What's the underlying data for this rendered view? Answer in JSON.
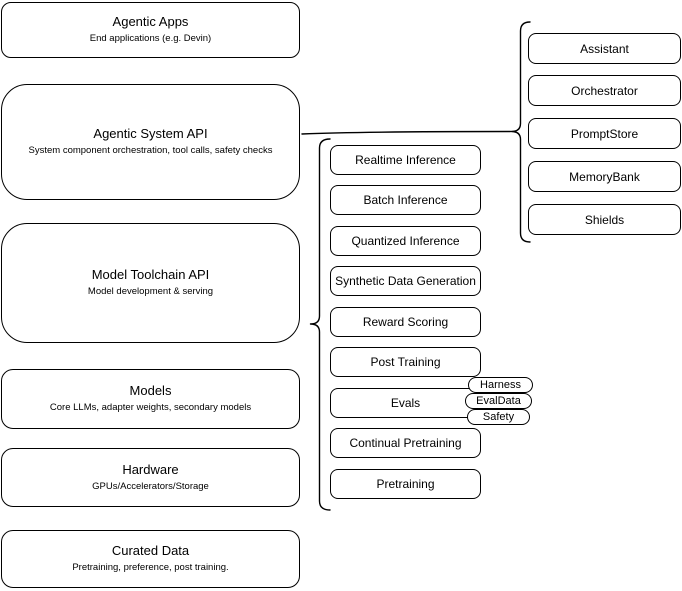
{
  "diagram": {
    "colors": {
      "stroke": "#000000",
      "fill": "#ffffff",
      "background": "#ffffff",
      "text": "#000000"
    },
    "left_stack": [
      {
        "title": "Agentic Apps",
        "subtitle": "End applications (e.g. Devin)"
      },
      {
        "title": "Agentic System API",
        "subtitle": "System component orchestration, tool calls, safety checks"
      },
      {
        "title": "Model Toolchain API",
        "subtitle": "Model development & serving"
      },
      {
        "title": "Models",
        "subtitle": "Core LLMs, adapter weights, secondary models"
      },
      {
        "title": "Hardware",
        "subtitle": "GPUs/Accelerators/Storage"
      },
      {
        "title": "Curated Data",
        "subtitle": "Pretraining, preference, post training."
      }
    ],
    "toolchain_items": [
      {
        "label": "Realtime Inference"
      },
      {
        "label": "Batch Inference"
      },
      {
        "label": "Quantized Inference"
      },
      {
        "label": "Synthetic Data Generation"
      },
      {
        "label": "Reward Scoring"
      },
      {
        "label": "Post Training"
      },
      {
        "label": "Evals"
      },
      {
        "label": "Continual Pretraining"
      },
      {
        "label": "Pretraining"
      }
    ],
    "evals_tags": [
      {
        "label": "Harness"
      },
      {
        "label": "EvalData"
      },
      {
        "label": "Safety"
      }
    ],
    "agentic_components": [
      {
        "label": "Assistant"
      },
      {
        "label": "Orchestrator"
      },
      {
        "label": "PromptStore"
      },
      {
        "label": "MemoryBank"
      },
      {
        "label": "Shields"
      }
    ]
  }
}
